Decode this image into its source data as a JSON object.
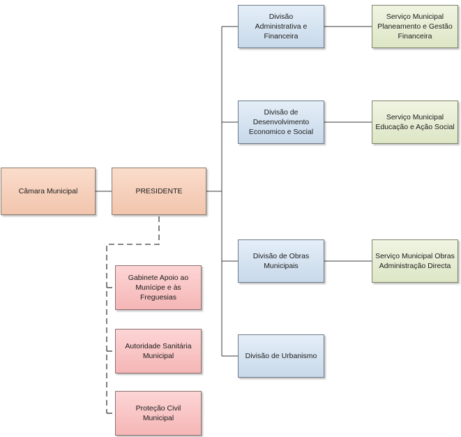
{
  "nodes": {
    "camara": "Câmara Municipal",
    "presidente": "PRESIDENTE",
    "div_admin": "Divisão\nAdministrativa e\nFinanceira",
    "div_desenv": "Divisão de\nDesenvolvimento\nEconomico e Social",
    "div_obras": "Divisão de Obras\nMunicipais",
    "div_urban": "Divisão de Urbanismo",
    "serv_planeamento": "Serviço Municipal\nPlaneamento e Gestão\nFinanceira",
    "serv_educacao": "Serviço Municipal\nEducação e Ação Social",
    "serv_obras": "Serviço Municipal Obras\nAdministração Directa",
    "gabinete": "Gabinete Apoio ao\nMunícipe e às Freguesias",
    "autoridade": "Autoridade Sanitária\nMunicipal",
    "protecao": "Proteção Civil\nMunicipal"
  }
}
